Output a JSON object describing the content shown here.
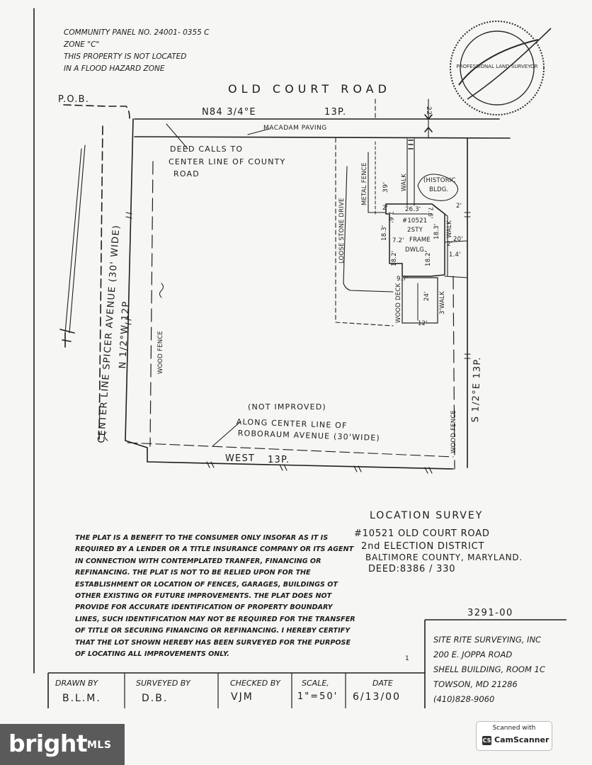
{
  "header": {
    "community_panel": "COMMUNITY PANEL NO. 24001- 0355 C",
    "zone": "ZONE \"C\"",
    "flood_line1": "THIS PROPERTY IS NOT LOCATED",
    "flood_line2": "IN A FLOOD HAZARD ZONE"
  },
  "plat": {
    "pob": "P.O.B.",
    "old_court_road": "OLD COURT ROAD",
    "north_bearing": "N84 3/4°E",
    "north_dist": "13P.",
    "road_width": "22'",
    "macadam": "MACADAM PAVING",
    "deed_calls_1": "DEED CALLS TO",
    "deed_calls_2": "CENTER LINE OF COUNTY",
    "deed_calls_3": "ROAD",
    "metal_fence": "METAL FENCE",
    "stone_drive": "LOOSE STONE DRIVE",
    "walk_top": "WALK",
    "dim_39": "39'",
    "historic_1": "(HISTORIC",
    "historic_2": "BLDG.",
    "dim_263": "26.3'",
    "dim_76a": "7.6'",
    "dim_76b": "7.6'",
    "dim_2a": "2'",
    "dim_2b": "2'",
    "dim_2c": "2'",
    "walk_right": "WALK",
    "house_1": "#10521",
    "house_2": "2STY",
    "house_3": "FRAME",
    "house_4": "DWLG.",
    "dim_183a": "18.3'",
    "dim_183b": "18.3'",
    "dim_72": "7.2'",
    "dim_20": "20'",
    "dim_182a": "18.2'",
    "dim_182b": "18.2'",
    "dim_14": "1.4'",
    "dim_97": "9.7'",
    "wood_deck": "WOOD DECK",
    "dim_24": "24'",
    "walk_3": "3'WALK",
    "dim_12": "12'",
    "spicer": "CENTER LINE SPICER AVENUE (30' WIDE)",
    "west_bearing": "N 1/2°W  12P",
    "wood_fence_left": "WOOD FENCE",
    "east_bearing": "S 1/2°E  13P.",
    "wood_fence_right": "WOOD FENCE",
    "not_improved": "(NOT IMPROVED)",
    "along_1": "ALONG CENTER LINE OF",
    "along_2": "ROBORAUM AVENUE (30'WIDE)",
    "south_bearing": "WEST",
    "south_dist": "13P."
  },
  "disclaimer": "The plat is a benefit to the consumer only insofar as it is required by a lender or a title insurance company or its agent in connection with contemplated tranfer, financing or refinancing. The plat is not to be relied upon for the establishment or location of fences, garages, buildings ot other existing or future improvements. The plat does not provide for accurate identification of property boundary lines, such identification may not be required for the transfer of title or securing financing or refinancing. I hereby certify that the lot shown hereby has been surveyed for the purpose of locating all improvements only.",
  "location": {
    "title": "LOCATION SURVEY",
    "address": "#10521 OLD COURT ROAD",
    "district": "2nd ELECTION DISTRICT",
    "county": "BALTIMORE COUNTY, MARYLAND.",
    "deed": "DEED:8386 / 330"
  },
  "job_number": "3291-00",
  "company": {
    "name": "SITE RITE SURVEYING, INC",
    "addr1": "200 E. JOPPA ROAD",
    "addr2": "SHELL BUILDING, ROOM 1C",
    "addr3": "TOWSON, MD 21286",
    "phone": "(410)828-9060"
  },
  "footer": {
    "drawn_by_label": "DRAWN BY",
    "drawn_by": "B.L.M.",
    "surveyed_by_label": "SURVEYED BY",
    "surveyed_by": "D.B.",
    "checked_by_label": "CHECKED BY",
    "checked_by": "VJM",
    "scale_label": "SCALE,",
    "scale": "1\"=50'",
    "date_label": "DATE",
    "date": "6/13/00"
  },
  "seal_text": "PROFESSIONAL LAND SURVEYOR",
  "page_mark": "1",
  "watermark": {
    "brand": "bright",
    "mls": "MLS"
  },
  "scanner": {
    "top": "Scanned with",
    "name": "CamScanner"
  }
}
